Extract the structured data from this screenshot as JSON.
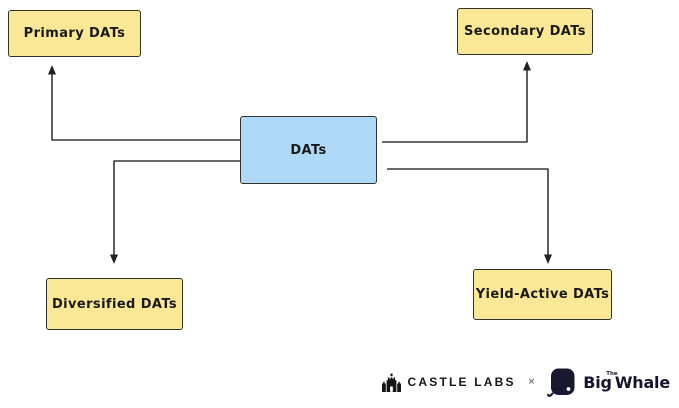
{
  "diagram": {
    "center": {
      "label": "DATs"
    },
    "nodes": [
      {
        "id": "primary",
        "label": "Primary DATs",
        "position": "top-left"
      },
      {
        "id": "secondary",
        "label": "Secondary DATs",
        "position": "top-right"
      },
      {
        "id": "diversified",
        "label": "Diversified DATs",
        "position": "bottom-left"
      },
      {
        "id": "yield-active",
        "label": "Yield-Active DATs",
        "position": "bottom-right"
      }
    ],
    "colors": {
      "node_fill": "#fbe896",
      "center_fill": "#aed9f7",
      "node_stroke": "#32322c",
      "arrow": "#3a3a3a"
    }
  },
  "footer": {
    "castle_labs": {
      "label": "CASTLE LABS",
      "icon": "castle-icon"
    },
    "separator": "×",
    "big_whale": {
      "the": "The",
      "big": "Big",
      "whale": "Whale",
      "icon": "whale-icon",
      "color": "#181831"
    }
  }
}
